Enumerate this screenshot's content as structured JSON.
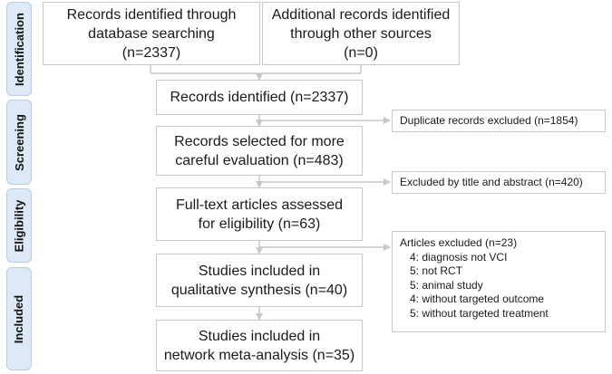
{
  "stages": [
    "Identification",
    "Screening",
    "Eligibility",
    "Included"
  ],
  "boxes": {
    "db_search": [
      "Records identified through",
      "database searching",
      "(n=2337)"
    ],
    "other_sources": [
      "Additional records identified",
      "through other sources",
      "(n=0)"
    ],
    "identified": [
      "Records identified (n=2337)"
    ],
    "selected": [
      "Records selected for more",
      "careful evaluation (n=483)"
    ],
    "fulltext": [
      "Full-text articles assessed",
      "for eligibility (n=63)"
    ],
    "qualitative": [
      "Studies included in",
      "qualitative synthesis (n=40)"
    ],
    "network": [
      "Studies included in",
      "network meta-analysis (n=35)"
    ]
  },
  "exclusions": {
    "duplicates": "Duplicate records excluded (n=1854)",
    "title_abstract": "Excluded by title and abstract (n=420)",
    "articles_title": "Articles excluded (n=23)",
    "articles_items": [
      "4: diagnosis not VCI",
      "5: not RCT",
      "5: animal study",
      "4: without targeted outcome",
      "5: without targeted treatment"
    ]
  }
}
